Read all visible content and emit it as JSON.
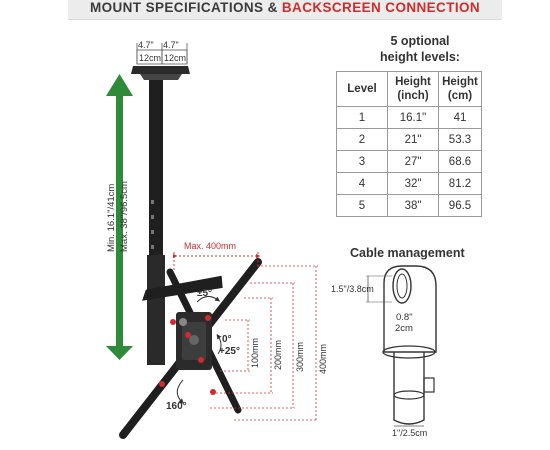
{
  "banner": {
    "part1": "MOUNT SPECIFICATIONS & ",
    "part2": "BACKSCREEN CONNECTION"
  },
  "top_plate": {
    "width_in_left": "4.7\"",
    "width_in_right": "4.7\"",
    "width_cm_left": "12cm",
    "width_cm_right": "12cm"
  },
  "height_range": {
    "min": "Min. 16.1\"/41cm",
    "max": "Max. 38\"/96.5cm"
  },
  "mount": {
    "max_width": "Max. 400mm",
    "tilt_plusminus": "±5°",
    "tilt_range_line1": "0°",
    "tilt_range_line2": "+25°",
    "swivel": "160°",
    "vesa_heights": [
      "100mm",
      "200mm",
      "300mm",
      "400mm"
    ]
  },
  "height_table": {
    "title_line1": "5 optional",
    "title_line2": "height levels:",
    "headers": [
      {
        "line1": "Level",
        "line2": ""
      },
      {
        "line1": "Height",
        "line2": "(inch)"
      },
      {
        "line1": "Height",
        "line2": "(cm)"
      }
    ],
    "rows": [
      [
        "1",
        "16.1\"",
        "41"
      ],
      [
        "2",
        "21\"",
        "53.3"
      ],
      [
        "3",
        "27\"",
        "68.6"
      ],
      [
        "4",
        "32\"",
        "81.2"
      ],
      [
        "5",
        "38\"",
        "96.5"
      ]
    ]
  },
  "cable_management": {
    "title": "Cable management",
    "slot_height": "1.5\"/3.8cm",
    "slot_width_line1": "0.8\"",
    "slot_width_line2": "2cm",
    "pole_diameter": "1\"/2.5cm"
  },
  "colors": {
    "accent_red": "#d12c2c",
    "arrow_green": "#2e8b3a",
    "banner_bg": "#ececec",
    "mount_black": "#1f1f1f"
  }
}
